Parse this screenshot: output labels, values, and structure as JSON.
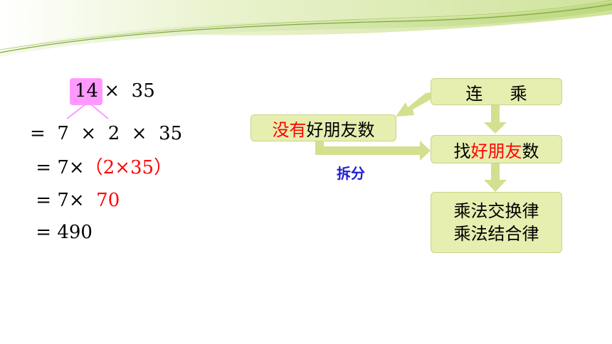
{
  "colors": {
    "highlight_pink": "#ff99ff",
    "accent_red": "#ff0000",
    "flow_box_fill": "#e6eeb0",
    "arrow_fill": "#d4df8f",
    "label_blue": "#1f1fcf",
    "header_green": "#cfe39a"
  },
  "calculation": {
    "line1": {
      "highlight": "14",
      "rest": " ×  35"
    },
    "line2": "=  7  ×  2  ×  35",
    "line3": {
      "prefix": " = 7×",
      "red": "（2×35）"
    },
    "line4": {
      "prefix": " = 7×  ",
      "red": "70"
    },
    "line5": " = 490"
  },
  "flowchart": {
    "box_lian": {
      "text": "连     乘"
    },
    "box_meiyou": {
      "red": "没有",
      "rest": "好朋友数"
    },
    "box_zhao": {
      "prefix": "找",
      "red": "好朋友",
      "suffix": "数"
    },
    "box_laws": {
      "line1": "乘法交换律",
      "line2": "乘法结合律"
    },
    "label_chaifen": "拆分"
  }
}
